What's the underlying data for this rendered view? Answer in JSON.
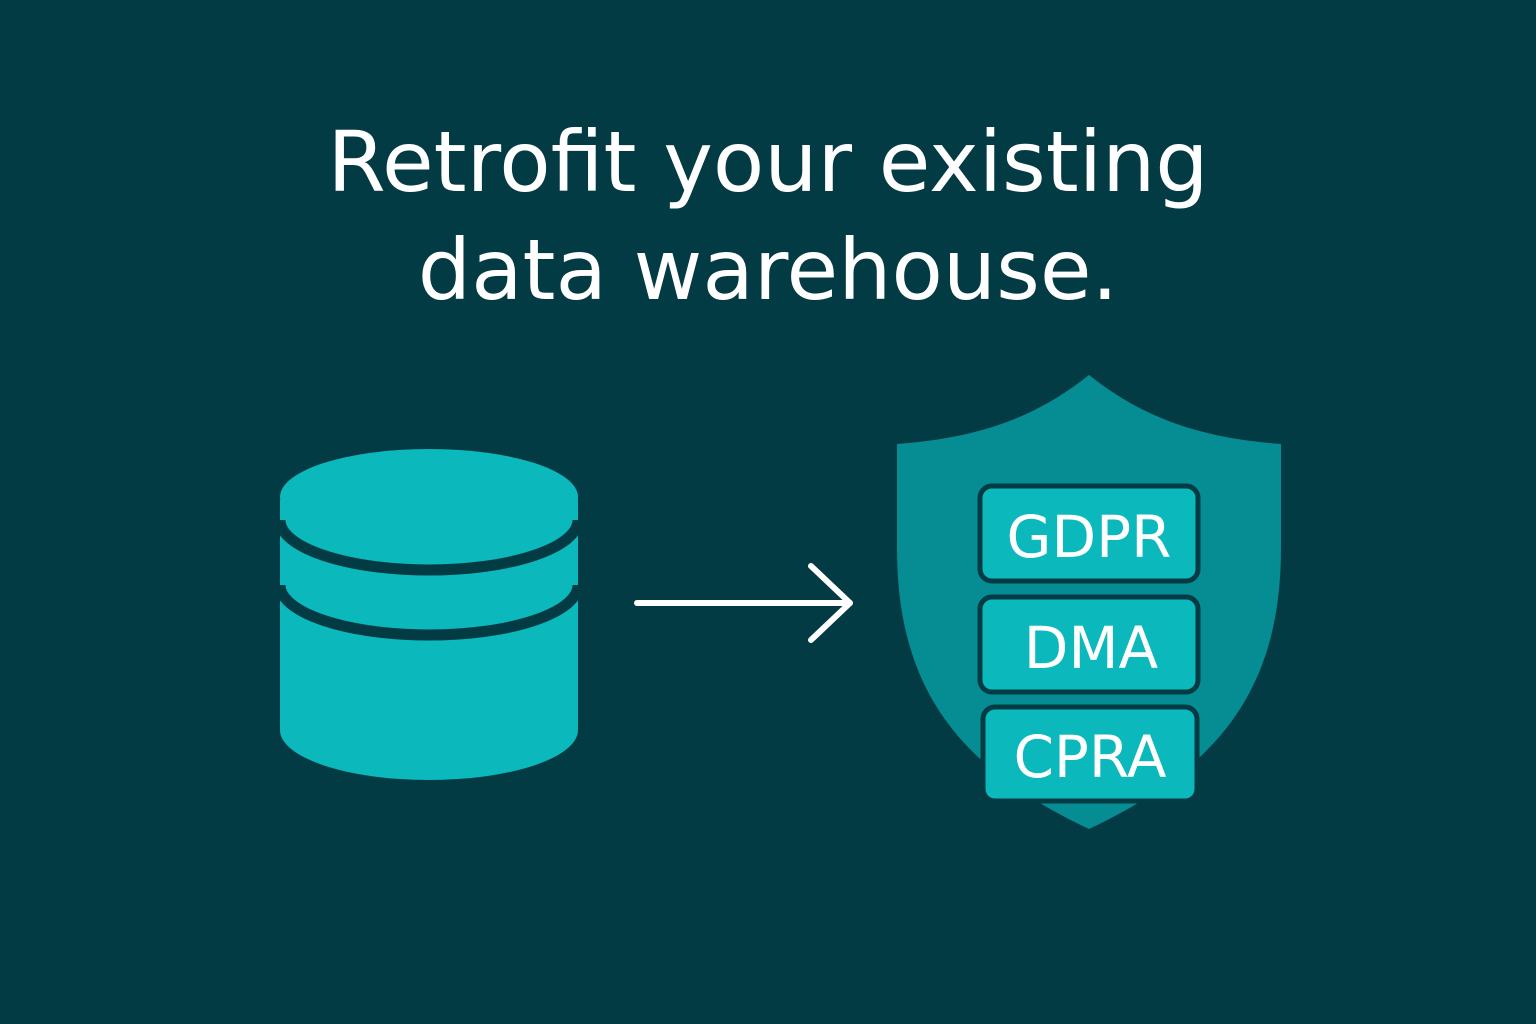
{
  "headline": {
    "line1": "Retrofit your existing",
    "line2": "data warehouse."
  },
  "icons": {
    "source": "database-icon",
    "connector": "arrow-right-icon",
    "target": "shield-icon"
  },
  "badges": [
    "GDPR",
    "DMA",
    "CPRA"
  ],
  "colors": {
    "background": "#033b45",
    "accent": "#0bb8bb",
    "shield": "#068c93",
    "text": "#ffffff"
  }
}
